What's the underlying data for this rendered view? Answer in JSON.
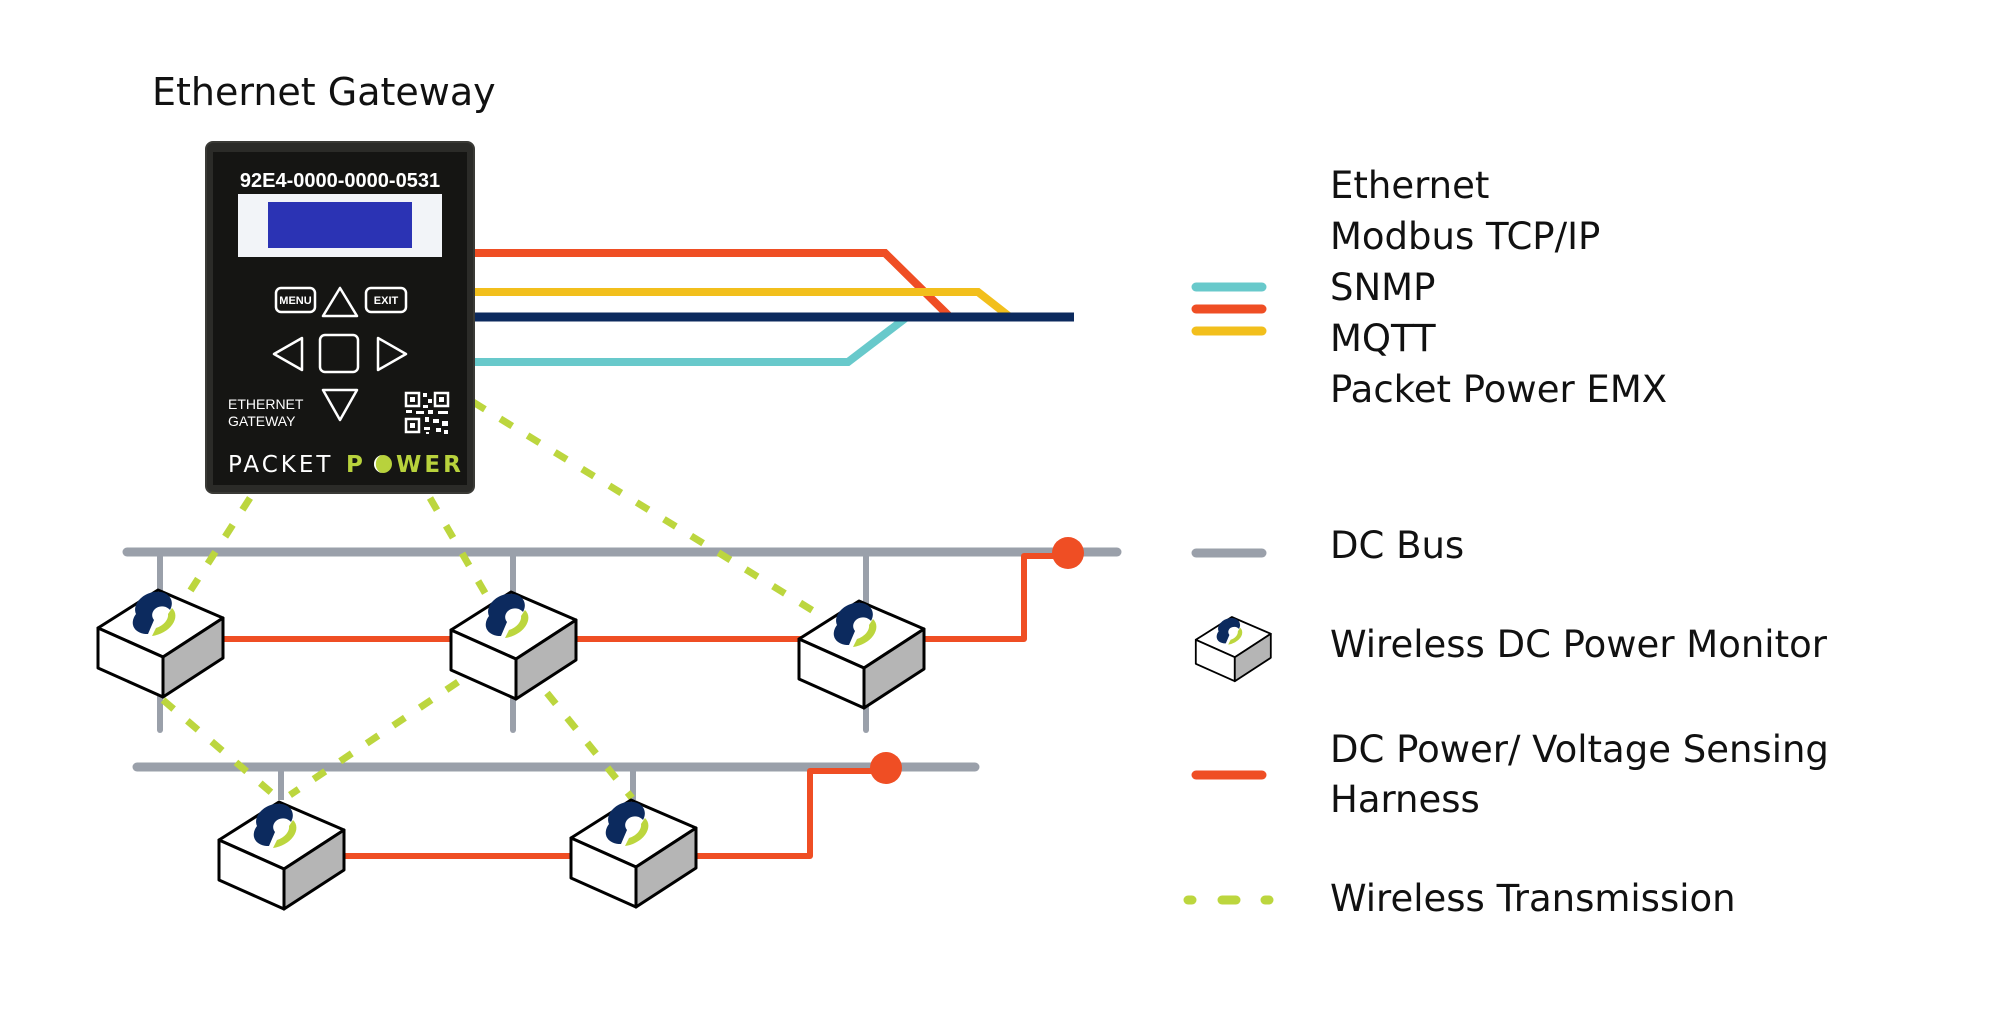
{
  "diagram": {
    "title": "Ethernet Gateway",
    "gateway": {
      "serial": "92E4-0000-0000-0531",
      "buttons": {
        "menu": "MENU",
        "exit": "EXIT"
      },
      "label_line1": "ETHERNET",
      "label_line2": "GATEWAY",
      "brand_part1": "PACKET",
      "brand_part2": "P",
      "brand_part3": "WER"
    },
    "protocol_lines": [
      "Ethernet",
      "Modbus TCP/IP",
      "SNMP",
      "MQTT",
      "Packet Power EMX"
    ],
    "legend": {
      "protocols": [
        "Ethernet",
        "Modbus TCP/IP",
        "SNMP",
        "MQTT",
        "Packet Power EMX"
      ],
      "dc_bus": "DC Bus",
      "monitor": "Wireless DC Power Monitor",
      "harness_line1": "DC Power/ Voltage Sensing",
      "harness_line2": "Harness",
      "wireless": "Wireless Transmission"
    },
    "colors": {
      "ethernet_navy": "#0c2a5e",
      "modbus_red": "#ef4e24",
      "snmp_yellow": "#f2bf1c",
      "mqtt_teal": "#68c9cb",
      "dc_bus_gray": "#9aa0aa",
      "harness_red": "#ef4e24",
      "wireless_green": "#bcd63e",
      "lcd_blue": "#2b33b4",
      "gateway_body": "#1a1a1a"
    },
    "monitors": [
      {
        "id": "monitor-1",
        "bus": "upper"
      },
      {
        "id": "monitor-2",
        "bus": "upper"
      },
      {
        "id": "monitor-3",
        "bus": "upper"
      },
      {
        "id": "monitor-4",
        "bus": "lower"
      },
      {
        "id": "monitor-5",
        "bus": "lower"
      }
    ]
  }
}
